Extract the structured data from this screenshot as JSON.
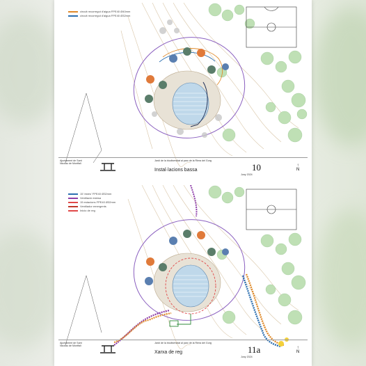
{
  "sheets": [
    {
      "legend": [
        {
          "label": "circuit recorregut d'aigua FPE40 Ø40mm",
          "color": "#e08a2a"
        },
        {
          "label": "circuit recorregut d'aigua FPE40 Ø32mm",
          "color": "#2c6fb0"
        }
      ],
      "title": "Instal·lacions bassa",
      "project": "Jardí de la biodiversitat al parc de la Riera del Gorg",
      "sheet_number": "10",
      "municipality_line1": "Ajuntament de Sant",
      "municipality_line2": "Nicolau de Montfalí",
      "date": "Juny 2024"
    },
    {
      "legend": [
        {
          "label": "15 'estes' FPE40 Ø32mm",
          "color": "#2c6fb0"
        },
        {
          "label": "Ventilació estesa",
          "color": "#8e3fa8"
        },
        {
          "label": "15 estacions FPE40 Ø32mm",
          "color": "#e04848"
        },
        {
          "label": "Ventilador emergents",
          "color": "#c0392b"
        },
        {
          "label": "Inicio de reg",
          "color": "#e04848"
        }
      ],
      "title": "Xarxa de reg",
      "project": "Jardí de la biodiversitat al parc de la Riera del Gorg",
      "sheet_number": "11a",
      "municipality_line1": "Ajuntament de Sant",
      "municipality_line2": "Nicolau de Montfalí",
      "date": "Juny 2024"
    }
  ],
  "colors": {
    "water": "#bfd8ea",
    "tree_green": "#bfe0b5",
    "tree_dark": "#5a7d6a",
    "tree_orange": "#e07a3a",
    "tree_blue": "#5a7fb0",
    "boundary": "#8a5fbf"
  }
}
